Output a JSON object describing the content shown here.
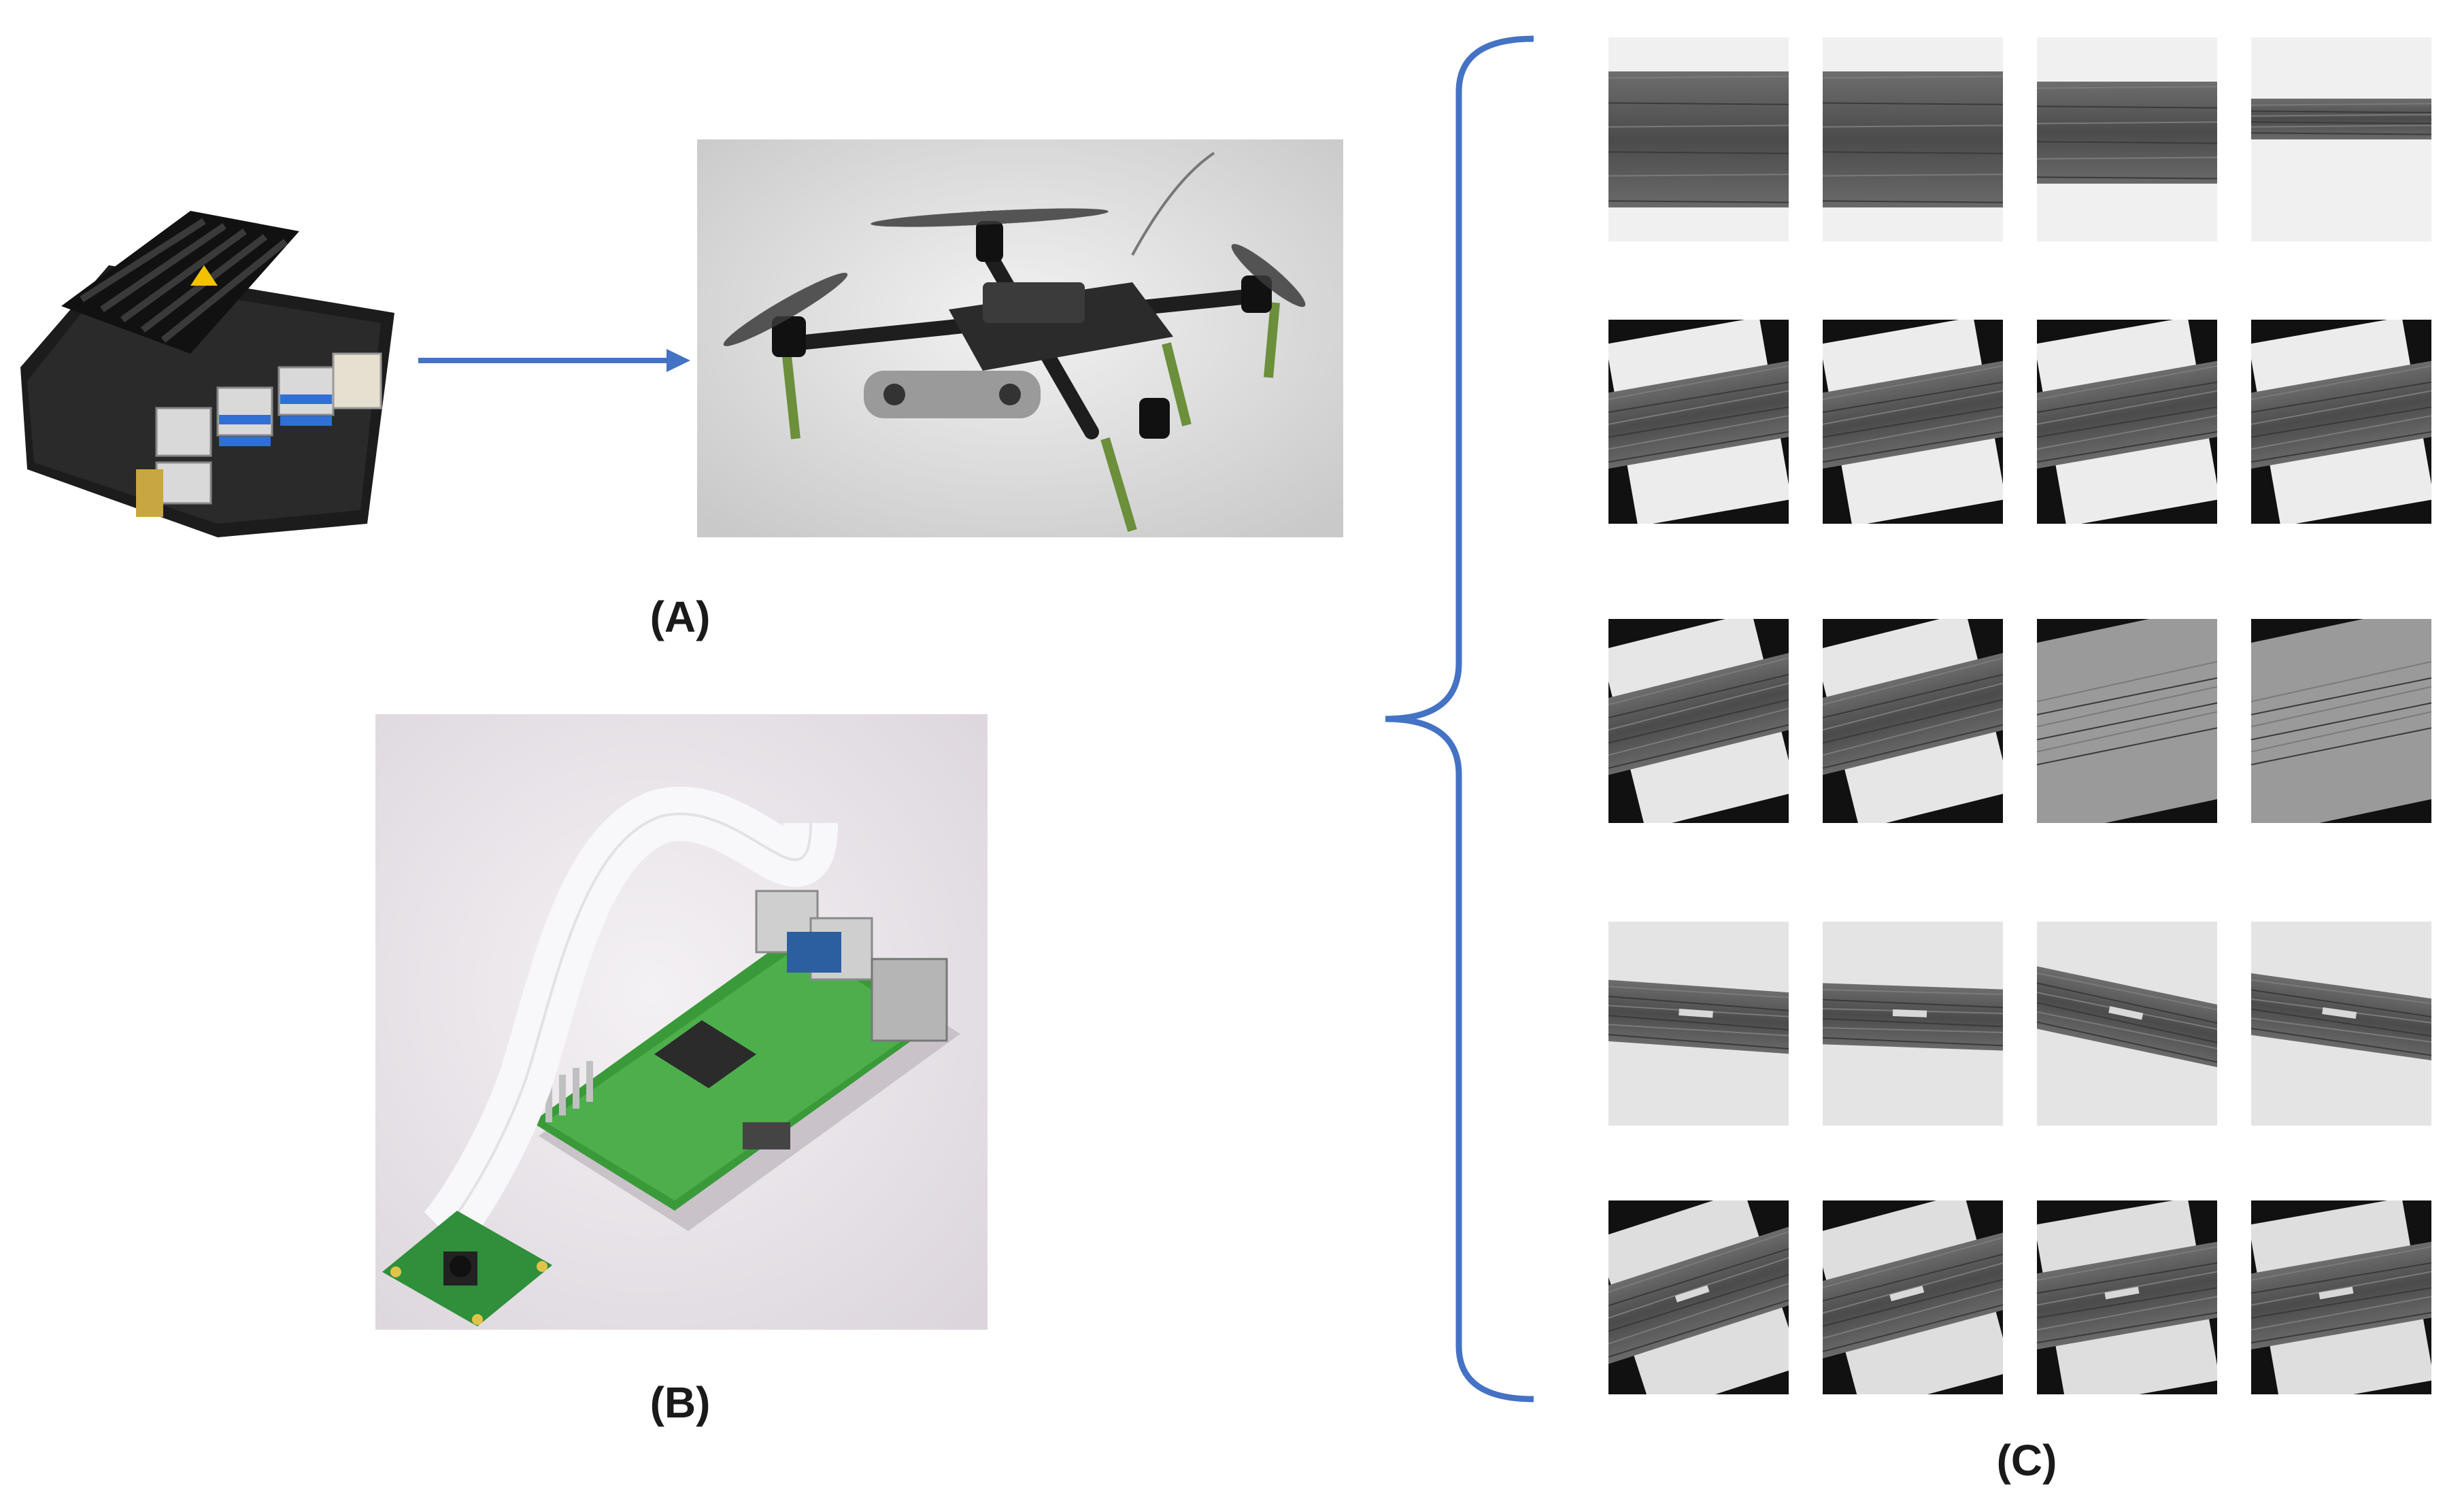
{
  "labels": {
    "a": "(A)",
    "b": "(B)",
    "c": "(C)"
  },
  "images": {
    "jetson": "nvidia-jetson-nano-board",
    "drone": "quadcopter-drone-with-stereo-camera",
    "raspberry": "raspberry-pi-with-camera-module",
    "grid_rows": 5,
    "grid_cols": 4
  },
  "colors": {
    "arrow": "#4472c4",
    "brace": "#4472c4",
    "label": "#1a1a1a"
  }
}
